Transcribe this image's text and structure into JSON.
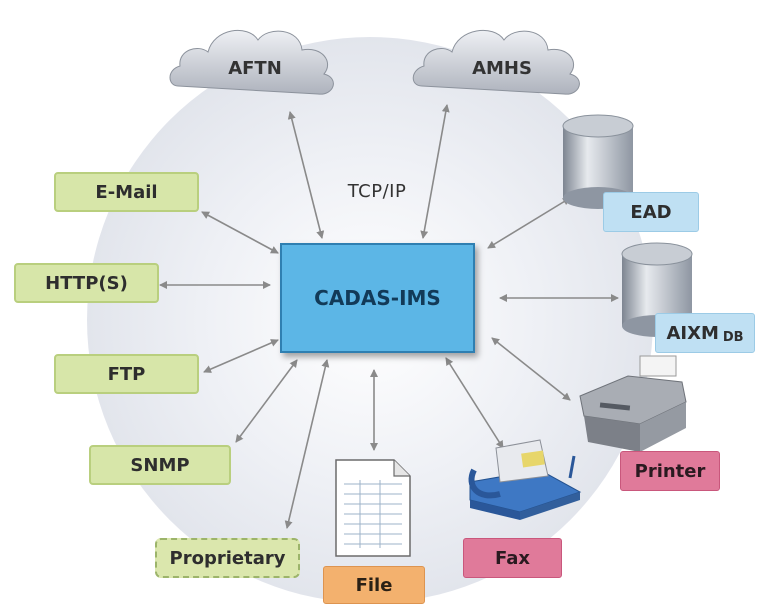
{
  "center": {
    "label": "CADAS-IMS"
  },
  "connection": {
    "label": "TCP/IP"
  },
  "clouds": {
    "aftn": "AFTN",
    "amhs": "AMHS"
  },
  "left_nodes": {
    "email": "E-Mail",
    "http": "HTTP(S)",
    "ftp": "FTP",
    "snmp": "SNMP",
    "proprietary": "Proprietary"
  },
  "bottom_nodes": {
    "file": "File",
    "fax": "Fax",
    "printer": "Printer"
  },
  "databases": {
    "ead": "EAD",
    "aixm": "AIXM",
    "aixm_sub": "DB"
  },
  "colors": {
    "center_fill": "#5cb6e6",
    "protocol_fill": "#d7e6a9",
    "printer_fill": "#e07a9a",
    "file_fill": "#f3b16e",
    "db_label_fill": "#bfe0f3"
  }
}
